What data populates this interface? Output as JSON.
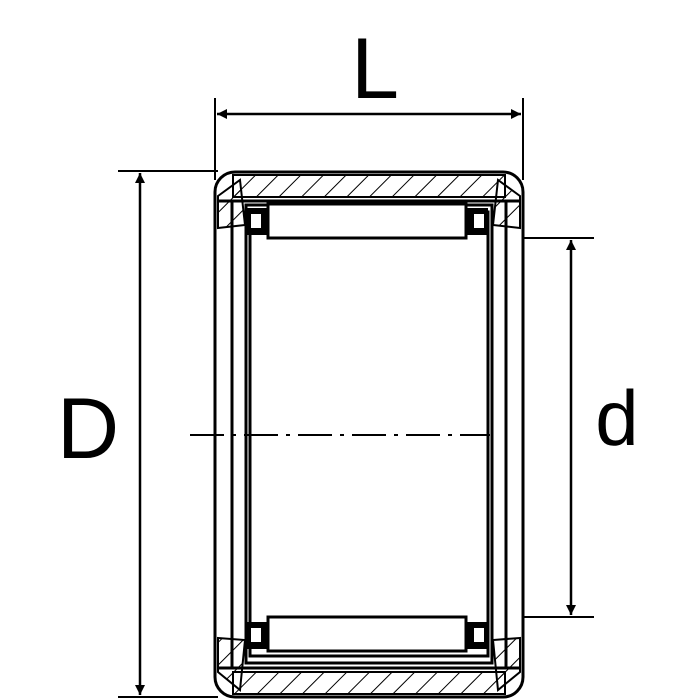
{
  "labels": {
    "length": "L",
    "outer_diameter": "D",
    "inner_diameter": "d"
  },
  "colors": {
    "line": "#000000",
    "background": "#ffffff"
  }
}
